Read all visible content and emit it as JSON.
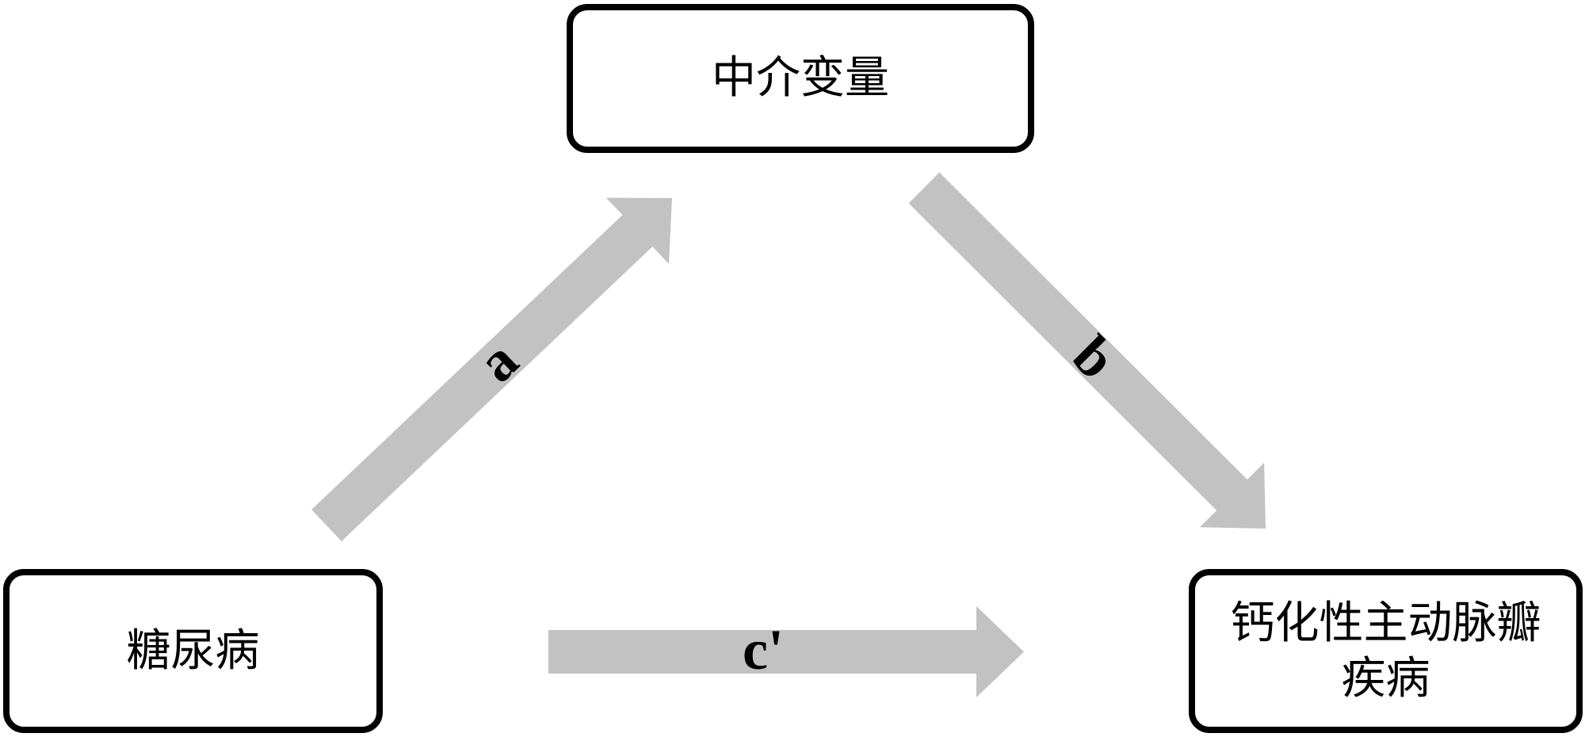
{
  "diagram": {
    "type": "mediation-model",
    "background_color": "#ffffff",
    "arrow_color": "#c2c2c2",
    "box_border_color": "#000000",
    "text_color": "#000000",
    "nodes": {
      "mediator": {
        "label": "中介变量"
      },
      "exposure": {
        "label": "糖尿病"
      },
      "outcome": {
        "label": "钙化性主动脉瓣疾病",
        "lines": [
          "钙化性主动脉瓣",
          "疾病"
        ]
      }
    },
    "edges": {
      "a": {
        "label": "a",
        "from": "糖尿病",
        "to": "中介变量"
      },
      "b": {
        "label": "b",
        "from": "中介变量",
        "to": "钙化性主动脉瓣疾病"
      },
      "c_prime": {
        "label": "c'",
        "from": "糖尿病",
        "to": "钙化性主动脉瓣疾病"
      }
    }
  }
}
